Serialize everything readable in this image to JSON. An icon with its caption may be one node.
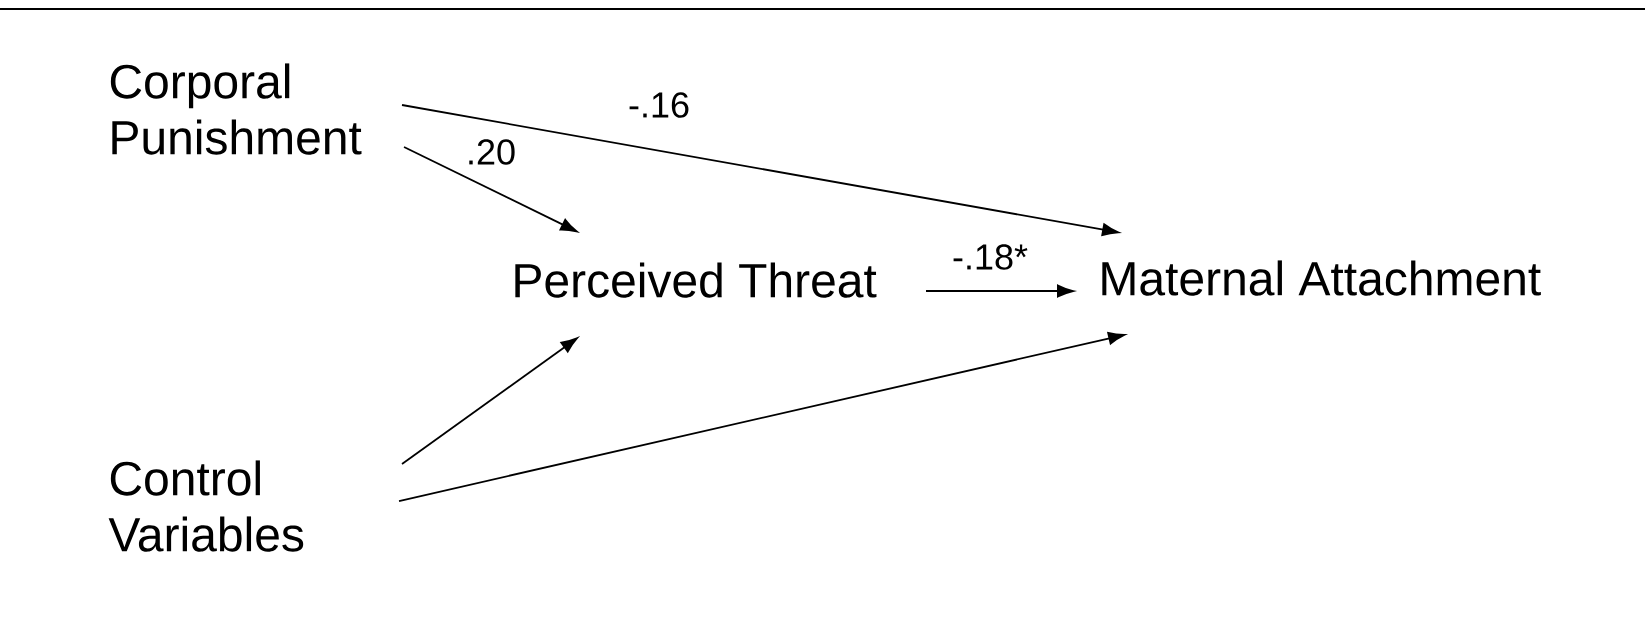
{
  "diagram": {
    "nodes": [
      {
        "text": [
          "Corporal Punishment"
        ]
      },
      {
        "text": [
          "Perceived Threat"
        ]
      },
      {
        "text": [
          "Maternal Attachment"
        ]
      },
      {
        "text": [
          "Control Variables"
        ]
      }
    ],
    "edges": [
      {
        "from": 0,
        "to": 2,
        "arrow": "to",
        "label": "-.16"
      },
      {
        "from": 0,
        "to": 1,
        "arrow": "to",
        "label": ".20"
      },
      {
        "from": 1,
        "to": 2,
        "arrow": "to",
        "label": "-.18*"
      },
      {
        "from": 3,
        "to": 1,
        "arrow": "to"
      },
      {
        "from": 3,
        "to": 2,
        "arrow": "to"
      }
    ]
  }
}
